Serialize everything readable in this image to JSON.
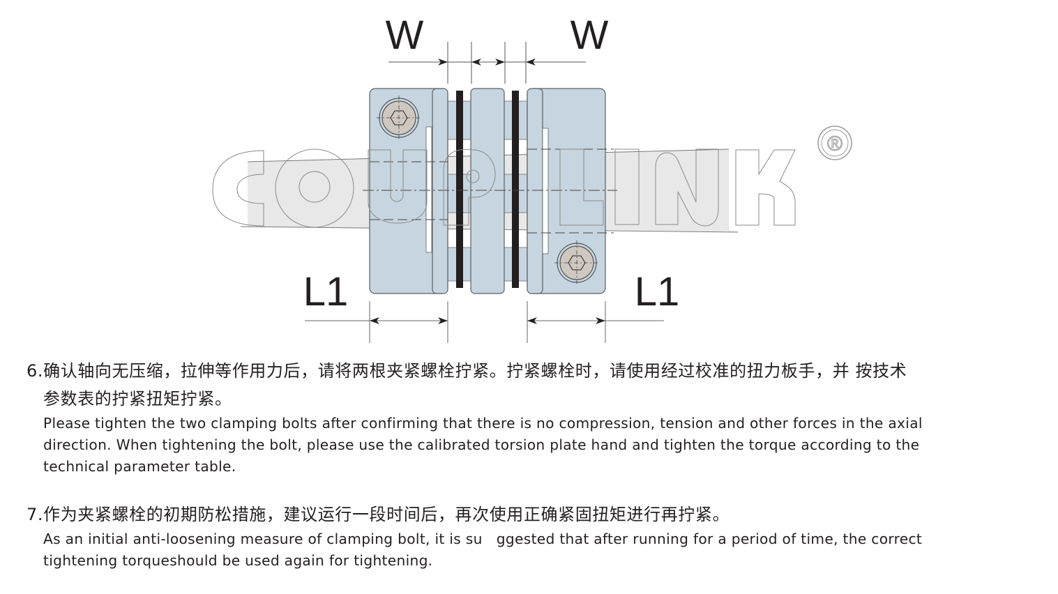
{
  "diagram": {
    "dimension_labels": {
      "w_left": "W",
      "w_right": "W",
      "l1_left": "L1",
      "l1_right": "L1"
    },
    "watermark": {
      "text": "COUPLINK",
      "registered_mark": "®"
    },
    "colors": {
      "hub_fill": "#c6d5df",
      "hub_stroke": "#5a5f63",
      "disc_black": "#231f20",
      "screw_fill": "#cfc8c0",
      "watermark_fill": "#e6e6e6",
      "dim_line": "#7a7a7a"
    }
  },
  "steps": [
    {
      "number": "6.",
      "cn_line1": "确认轴向无压缩，拉伸等作用力后，请将两根夹紧螺栓拧紧。拧紧螺栓时，请使用经过校准的扭力板手，并 按技术",
      "cn_line2": "参数表的拧紧扭矩拧紧。",
      "en_lines": [
        "Please tighten the two clamping bolts after confirming that there is no compression, tension and other forces in the axial",
        "direction. When tightening the bolt, please use the calibrated torsion plate hand and tighten the torque according to the",
        "technical parameter table."
      ]
    },
    {
      "number": "7.",
      "cn_line1": "作为夹紧螺栓的初期防松措施，建议运行一段时间后，再次使用正确紧固扭矩进行再拧紧。",
      "en_lines": [
        "As an initial anti-loosening measure of clamping bolt, it is su   ggested that after running for a period of time, the correct",
        "tightening torqueshould be used again for tightening."
      ]
    }
  ]
}
